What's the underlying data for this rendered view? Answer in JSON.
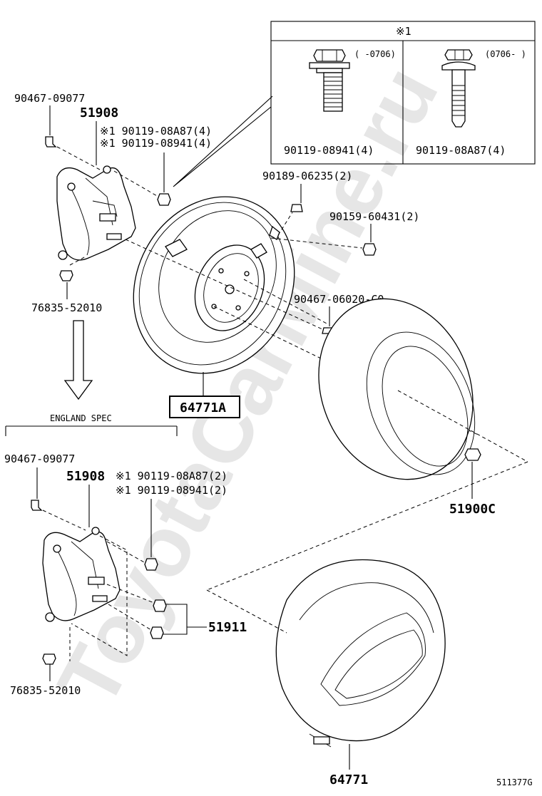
{
  "watermark": "ToyotaCarMine.ru",
  "figure_id": "511377G",
  "inset": {
    "title": "※1",
    "left_range": "( -0706)",
    "right_range": "(0706- )",
    "left_part": "90119-08941(4)",
    "right_part": "90119-08A87(4)"
  },
  "upper": {
    "p90467_09077": "90467-09077",
    "p51908": "51908",
    "n08A87": "※1 90119-08A87(4)",
    "n08941": "※1 90119-08941(4)",
    "p90189": "90189-06235(2)",
    "p90159": "90159-60431(2)",
    "p90467_06020": "90467-06020-C0",
    "p76835": "76835-52010",
    "p64771A": "64771A",
    "p51900C": "51900C"
  },
  "england": {
    "spec_label": "ENGLAND SPEC",
    "p90467_09077": "90467-09077",
    "p51908": "51908",
    "n08A87": "※1 90119-08A87(2)",
    "n08941": "※1 90119-08941(2)",
    "p51911": "51911",
    "p76835": "76835-52010",
    "p64771": "64771"
  }
}
